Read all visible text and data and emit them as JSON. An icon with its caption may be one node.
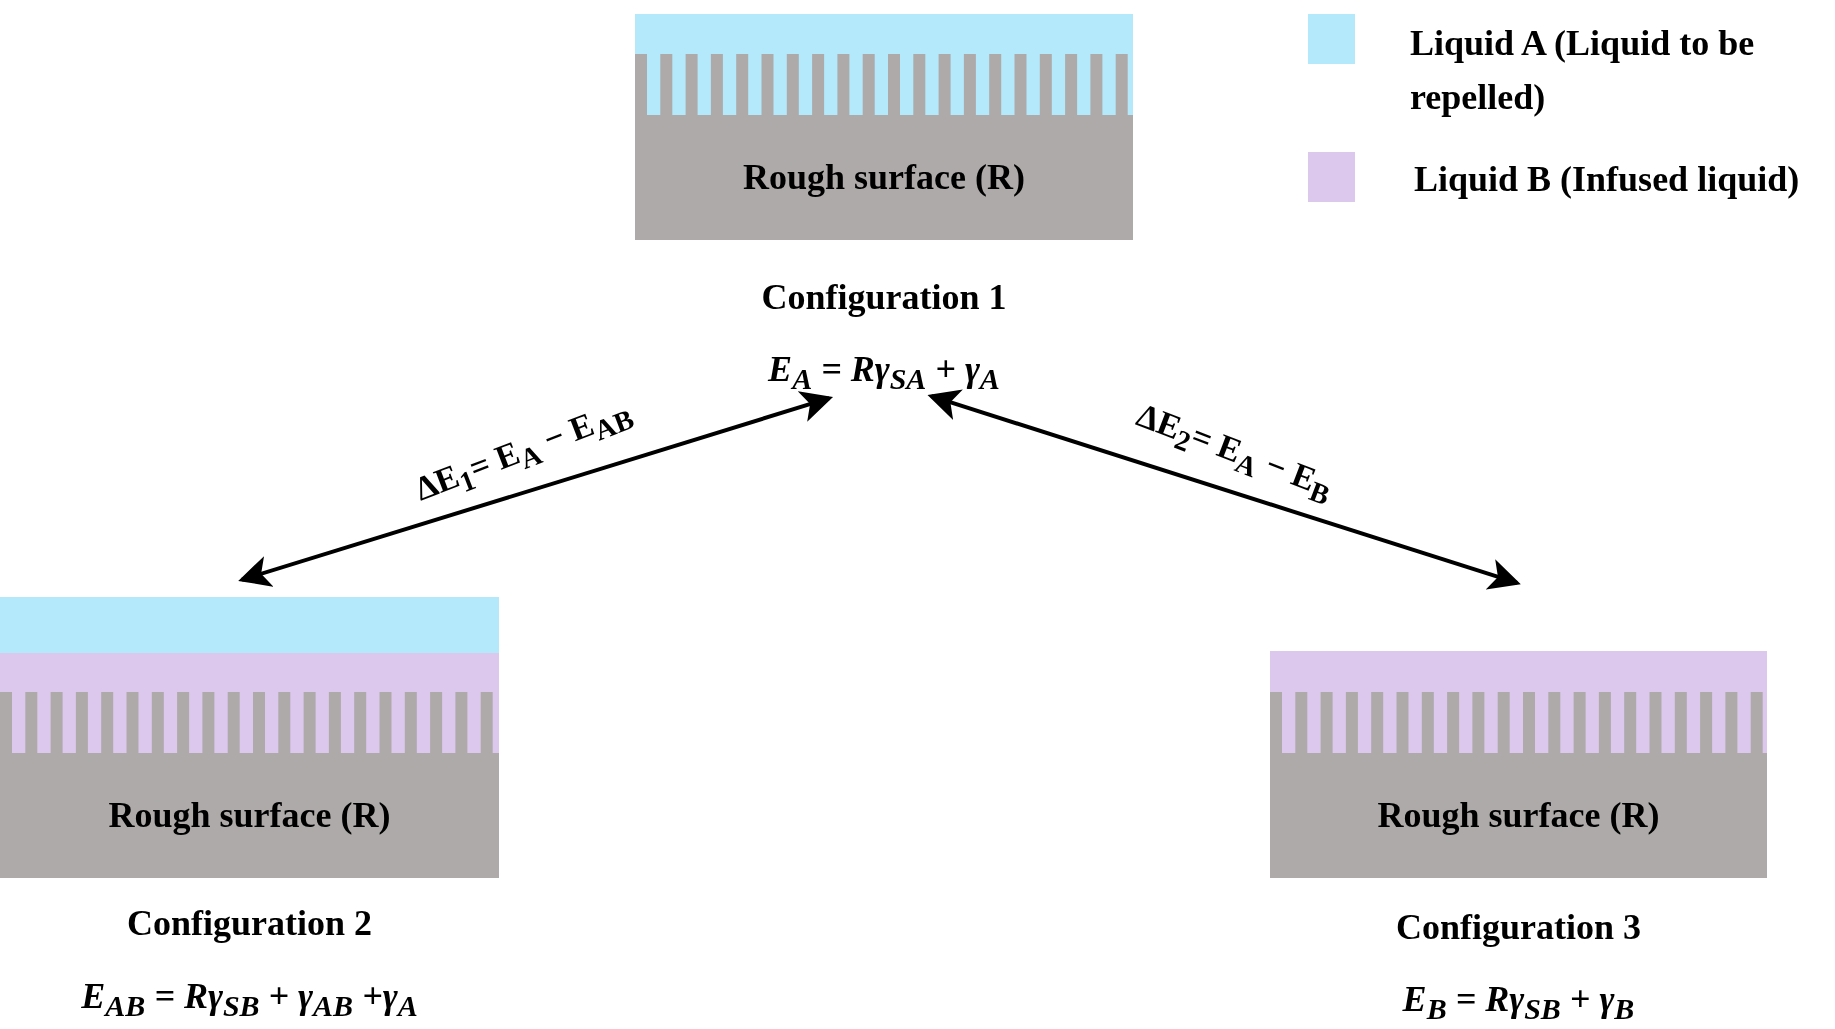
{
  "diagram": {
    "nodes": [
      {
        "text": [
          "Rough surface (R)"
        ],
        "beside": [
          "Configuration 1",
          "E$_{A}$ = Rγ$_{SA}$ + γ$_{A}$"
        ]
      },
      {
        "text": [
          "Rough surface (R)"
        ],
        "beside": [
          "Configuration 2",
          "E$_{AB}$ = Rγ$_{SB}$ + γ$_{AB}$ +γ$_{A}$"
        ]
      },
      {
        "text": [
          "Rough surface (R)"
        ],
        "beside": [
          "Configuration 3",
          "E$_{B}$ = Rγ$_{SB}$ + γ$_{B}$"
        ]
      }
    ],
    "edges": [
      {
        "from": 0,
        "to": 1,
        "arrow": "both",
        "label": "ΔE$_{1}$= E$_{A}$ − E$_{AB}$"
      },
      {
        "from": 0,
        "to": 2,
        "arrow": "both",
        "label": "ΔE$_{2}$= E$_{A}$ − E$_{B}$"
      }
    ],
    "legend": [
      {
        "text": "Liquid A (Liquid to be repelled)",
        "color": "#b3e9fb"
      },
      {
        "text": "Liquid B (Infused liquid)",
        "color": "#dcc8ec"
      }
    ]
  }
}
